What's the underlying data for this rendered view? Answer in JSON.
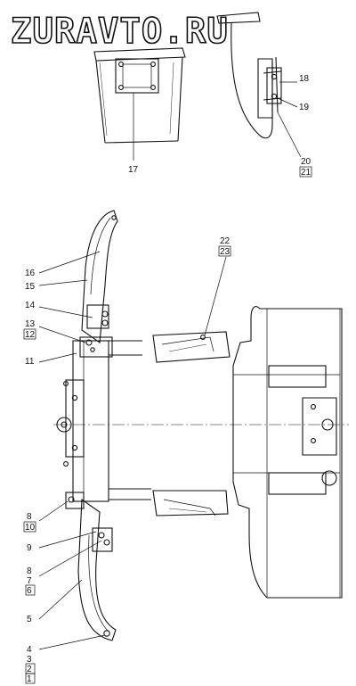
{
  "watermark": {
    "text": "ZURAVTO.RU"
  },
  "callouts": {
    "c1": "1",
    "c2": "2",
    "c3": "3",
    "c4": "4",
    "c5": "5",
    "c6": "6",
    "c7": "7",
    "c8a": "8",
    "c8b": "8",
    "c9": "9",
    "c10": "10",
    "c11": "11",
    "c12": "12",
    "c13": "13",
    "c14": "14",
    "c15": "15",
    "c16": "16",
    "c17": "17",
    "c18": "18",
    "c19": "19",
    "c20": "20",
    "c21": "21",
    "c22": "22",
    "c23": "23"
  }
}
